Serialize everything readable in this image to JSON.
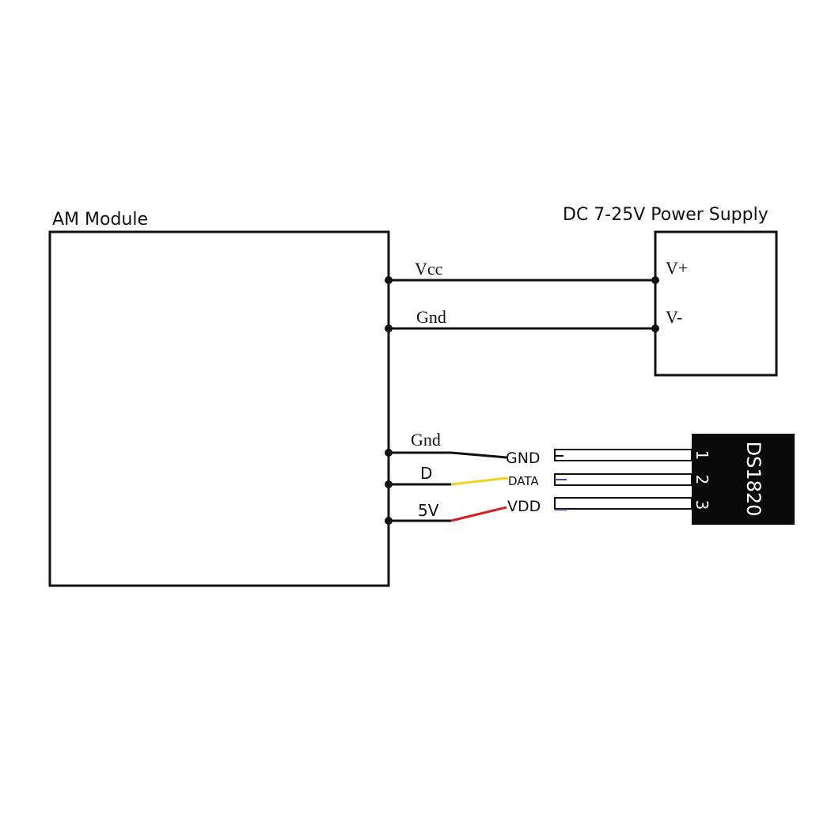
{
  "module": {
    "title": "AM Module"
  },
  "power_supply": {
    "title": "DC 7-25V Power Supply",
    "pin_plus": "V+",
    "pin_minus": "V-"
  },
  "power_wires": {
    "vcc_label": "Vcc",
    "gnd_label": "Gnd"
  },
  "sensor_wires": {
    "gnd_label": "Gnd",
    "data_label": "D",
    "vdd_label": "5V",
    "colors": {
      "gnd": "#111111",
      "data": "#f2d21e",
      "vdd": "#d42020"
    }
  },
  "sensor": {
    "name": "DS1820",
    "pin_names": [
      "GND",
      "DATA",
      "VDD"
    ],
    "pin_numbers": [
      "1",
      "2",
      "3"
    ]
  }
}
